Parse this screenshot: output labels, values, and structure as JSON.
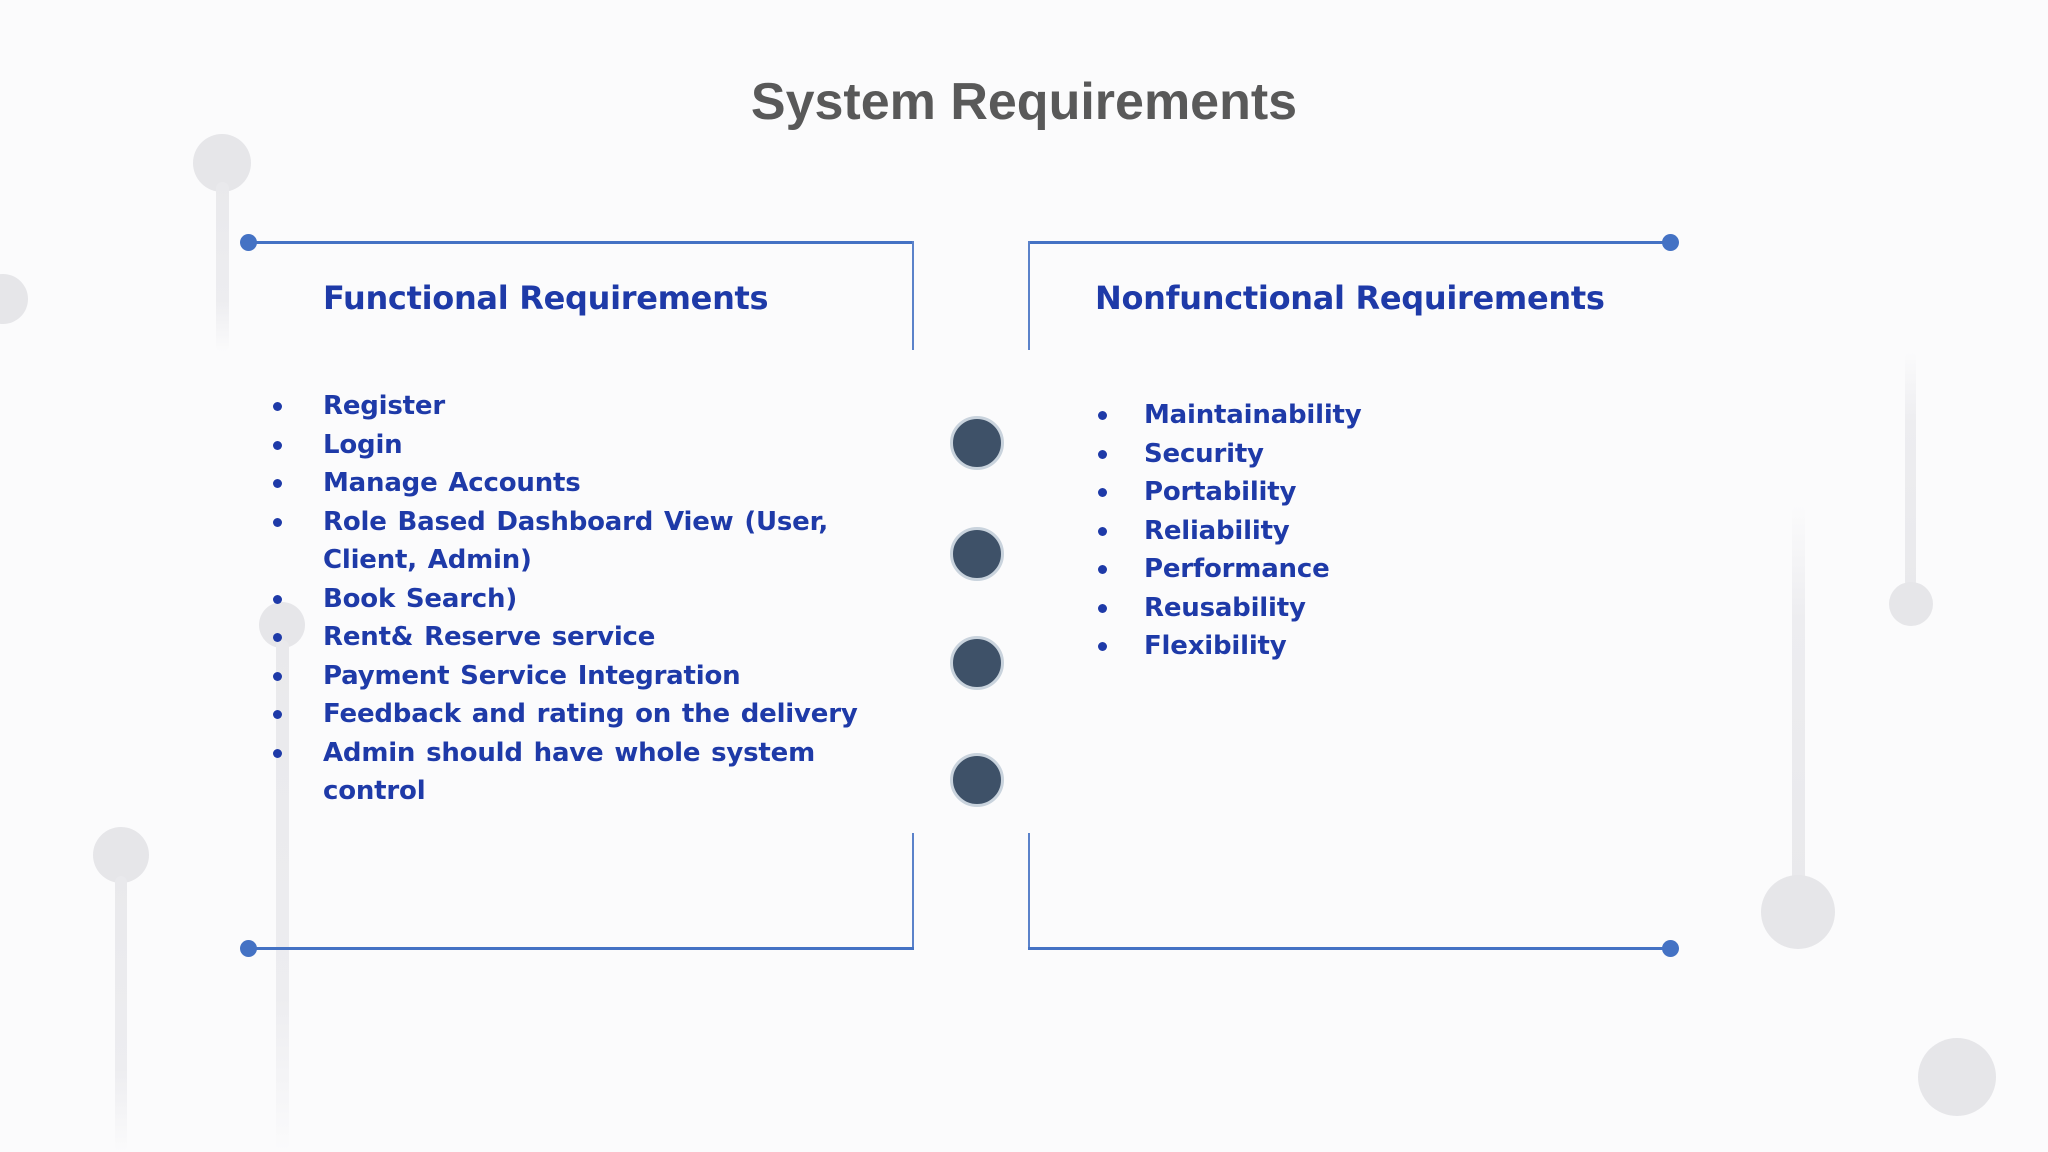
{
  "title": "System Requirements",
  "panels": {
    "functional": {
      "heading": "Functional Requirements",
      "items": [
        "Register",
        "Login",
        "Manage Accounts",
        "Role Based Dashboard View (User, Client, Admin)",
        "Book Search)",
        "Rent& Reserve service",
        "Payment Service Integration",
        "Feedback and rating on the delivery",
        "Admin should have whole system control"
      ]
    },
    "nonfunctional": {
      "heading": "Nonfunctional Requirements",
      "items": [
        "Maintainability",
        "Security",
        "Portability",
        "Reliability",
        "Performance",
        "Reusability",
        "Flexibility"
      ]
    }
  },
  "divider": {
    "circle_count": 4
  },
  "colors": {
    "border_blue": "#4472c4",
    "text_blue": "#1e3aa8",
    "title_gray": "#595959",
    "connector_fill": "#3e5168",
    "connector_ring": "#c9d3dd",
    "decoration_gray": "#e6e6e9",
    "background": "#fbfbfc"
  }
}
